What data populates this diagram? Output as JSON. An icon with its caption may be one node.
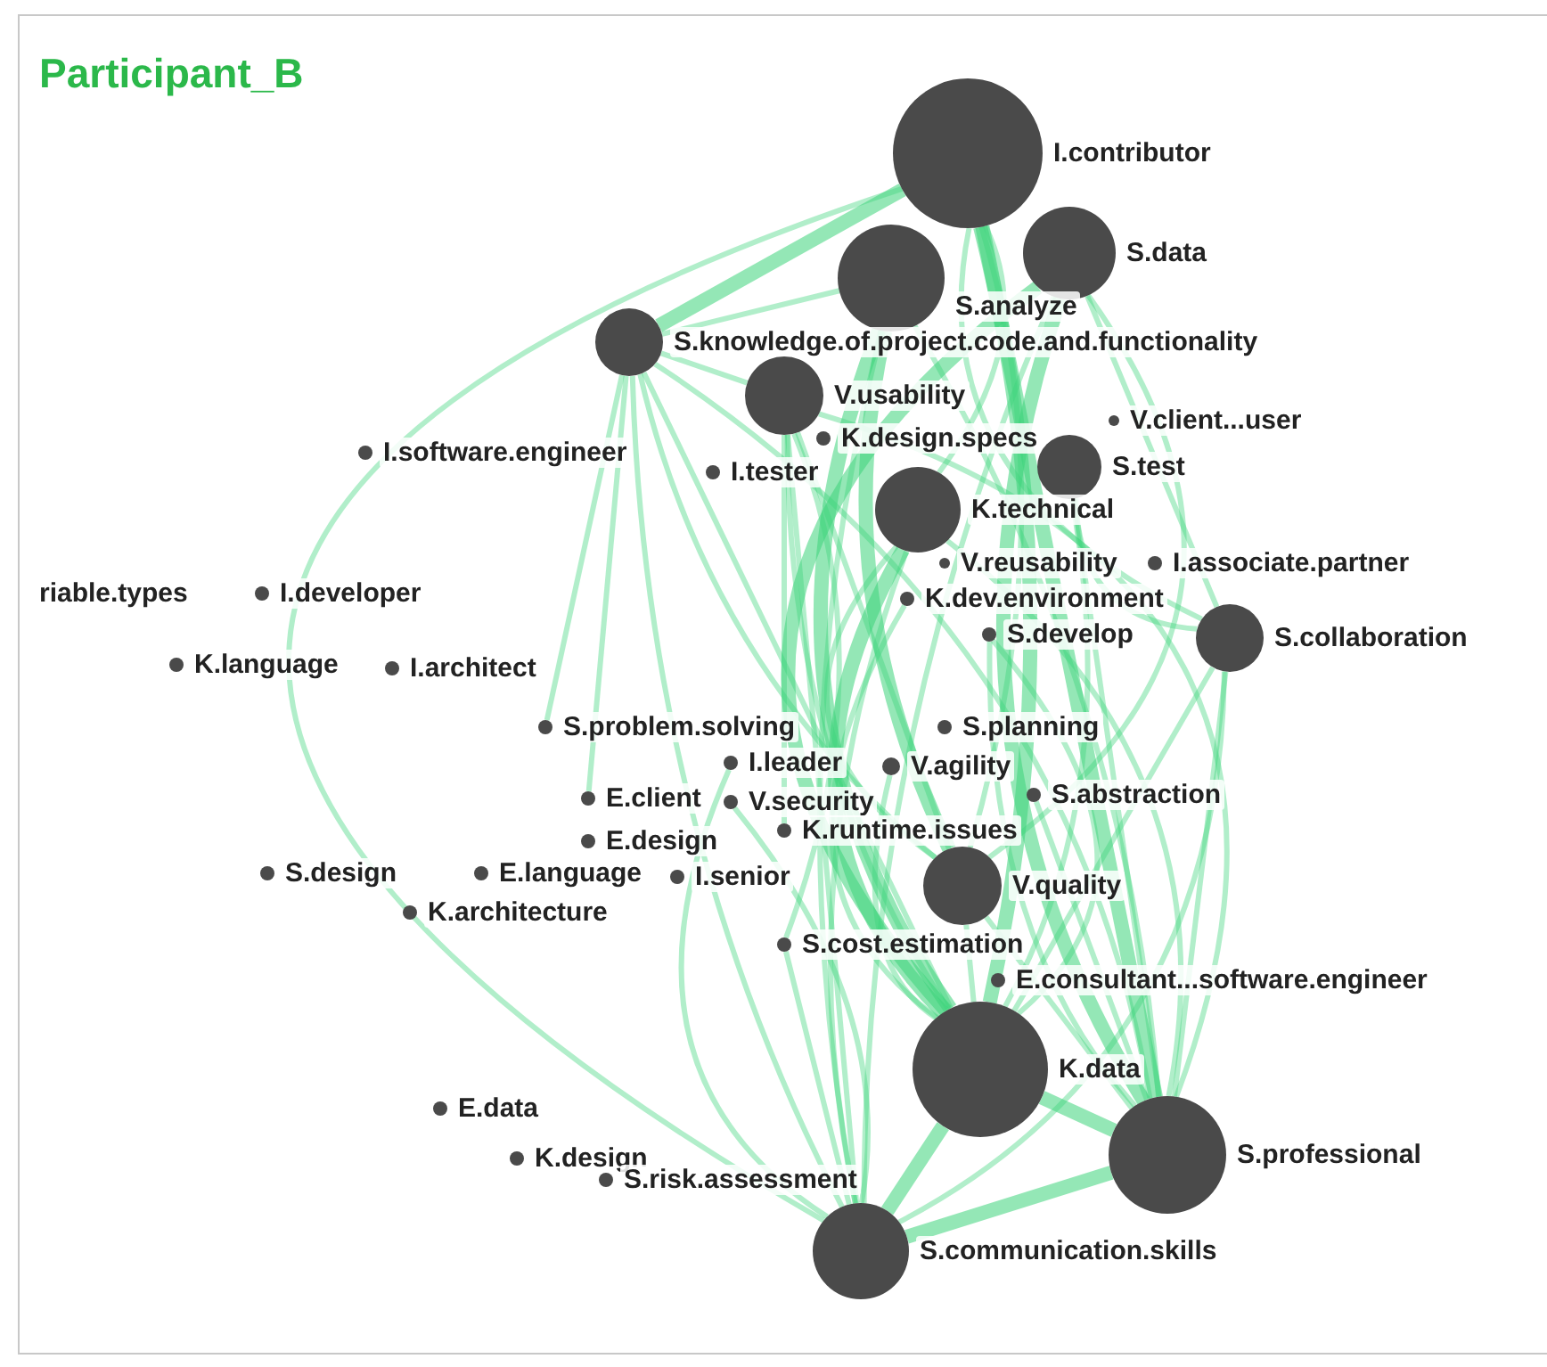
{
  "diagram": {
    "title": "Participant_B",
    "nodes": [
      {
        "text": [],
        "shape": "circle",
        "beside": [
          "I.contributor"
        ]
      },
      {
        "text": [],
        "shape": "circle",
        "beside": [
          "S.data"
        ]
      },
      {
        "text": [],
        "shape": "circle",
        "beside": [
          "S.analyze"
        ]
      },
      {
        "text": [],
        "shape": "circle",
        "beside": [
          "S.knowledge.of.project.code.and.functionality"
        ]
      },
      {
        "text": [],
        "shape": "circle",
        "beside": [
          "V.usability"
        ]
      },
      {
        "text": [],
        "shape": "circle",
        "beside": [
          "K.design.specs"
        ]
      },
      {
        "text": [],
        "shape": "circle",
        "beside": [
          "I.tester"
        ]
      },
      {
        "text": [],
        "shape": "circle",
        "beside": [
          "V.client...user"
        ]
      },
      {
        "text": [],
        "shape": "circle",
        "beside": [
          "S.test"
        ]
      },
      {
        "text": [],
        "shape": "circle",
        "beside": [
          "K.technical"
        ]
      },
      {
        "text": [],
        "shape": "circle",
        "beside": [
          "V.reusability"
        ]
      },
      {
        "text": [],
        "shape": "circle",
        "beside": [
          "I.associate.partner"
        ]
      },
      {
        "text": [],
        "shape": "circle",
        "beside": [
          "K.dev.environment"
        ]
      },
      {
        "text": [],
        "shape": "circle",
        "beside": [
          "S.develop"
        ]
      },
      {
        "text": [],
        "shape": "circle",
        "beside": [
          "S.collaboration"
        ]
      },
      {
        "text": [],
        "shape": "circle",
        "beside": [
          "I.software.engineer"
        ]
      },
      {
        "text": [],
        "shape": "circle",
        "beside": [
          "I.developer"
        ]
      },
      {
        "text": [],
        "shape": "circle",
        "beside": [
          "K.language"
        ]
      },
      {
        "text": [],
        "shape": "circle",
        "beside": [
          "I.architect"
        ]
      },
      {
        "text": [],
        "shape": "circle",
        "beside": [
          "S.problem.solving"
        ]
      },
      {
        "text": [],
        "shape": "circle",
        "beside": [
          "S.planning"
        ]
      },
      {
        "text": [],
        "shape": "circle",
        "beside": [
          "I.leader"
        ]
      },
      {
        "text": [],
        "shape": "circle",
        "beside": [
          "V.agility"
        ]
      },
      {
        "text": [],
        "shape": "circle",
        "beside": [
          "S.abstraction"
        ]
      },
      {
        "text": [],
        "shape": "circle",
        "beside": [
          "E.client"
        ]
      },
      {
        "text": [],
        "shape": "circle",
        "beside": [
          "V.security"
        ]
      },
      {
        "text": [],
        "shape": "circle",
        "beside": [
          "K.runtime.issues"
        ]
      },
      {
        "text": [],
        "shape": "circle",
        "beside": [
          "E.design"
        ]
      },
      {
        "text": [],
        "shape": "circle",
        "beside": [
          "I.senior"
        ]
      },
      {
        "text": [],
        "shape": "circle",
        "beside": [
          "S.design"
        ]
      },
      {
        "text": [],
        "shape": "circle",
        "beside": [
          "E.language"
        ]
      },
      {
        "text": [],
        "shape": "circle",
        "beside": [
          "K.architecture"
        ]
      },
      {
        "text": [],
        "shape": "circle",
        "beside": [
          "V.quality"
        ]
      },
      {
        "text": [],
        "shape": "circle",
        "beside": [
          "S.cost.estimation"
        ]
      },
      {
        "text": [],
        "shape": "circle",
        "beside": [
          "E.consultant...software.engineer"
        ]
      },
      {
        "text": [],
        "shape": "circle",
        "beside": [
          "K.data"
        ]
      },
      {
        "text": [],
        "shape": "circle",
        "beside": [
          "S.professional"
        ]
      },
      {
        "text": [],
        "shape": "circle",
        "beside": [
          "E.data"
        ]
      },
      {
        "text": [],
        "shape": "circle",
        "beside": [
          "K.design"
        ]
      },
      {
        "text": [],
        "shape": "circle",
        "beside": [
          "S.risk.assessment"
        ]
      },
      {
        "text": [],
        "shape": "circle",
        "beside": [
          "S.communication.skills"
        ]
      }
    ],
    "edges": [
      {
        "from": 0,
        "to": 35,
        "arrow": "none",
        "style": "thick"
      },
      {
        "from": 1,
        "to": 35,
        "arrow": "none",
        "style": "thick"
      },
      {
        "from": 2,
        "to": 35,
        "arrow": "none",
        "style": "thick"
      },
      {
        "from": 1,
        "to": 36,
        "arrow": "none",
        "style": "thick"
      },
      {
        "from": 0,
        "to": 36,
        "arrow": "none",
        "style": "thick"
      },
      {
        "from": 2,
        "to": 32,
        "arrow": "none",
        "style": "thick"
      },
      {
        "from": 9,
        "to": 35,
        "arrow": "none",
        "style": "thick"
      },
      {
        "from": 35,
        "to": 36,
        "arrow": "none",
        "style": "thick"
      },
      {
        "from": 40,
        "to": 36,
        "arrow": "none",
        "style": "thick"
      },
      {
        "from": 3,
        "to": 0,
        "arrow": "none",
        "style": "thick"
      },
      {
        "from": 40,
        "to": 35,
        "arrow": "none",
        "style": "thick"
      },
      {
        "from": 0,
        "to": 9,
        "arrow": "none"
      },
      {
        "from": 0,
        "to": 32,
        "arrow": "none"
      },
      {
        "from": 0,
        "to": 40,
        "arrow": "none"
      },
      {
        "from": 1,
        "to": 32,
        "arrow": "none"
      },
      {
        "from": 1,
        "to": 40,
        "arrow": "none"
      },
      {
        "from": 1,
        "to": 14,
        "arrow": "none"
      },
      {
        "from": 2,
        "to": 36,
        "arrow": "none"
      },
      {
        "from": 2,
        "to": 40,
        "arrow": "none"
      },
      {
        "from": 3,
        "to": 2,
        "arrow": "none"
      },
      {
        "from": 3,
        "to": 4,
        "arrow": "none"
      },
      {
        "from": 3,
        "to": 35,
        "arrow": "none"
      },
      {
        "from": 3,
        "to": 40,
        "arrow": "none"
      },
      {
        "from": 3,
        "to": 32,
        "arrow": "none"
      },
      {
        "from": 3,
        "to": 36,
        "arrow": "none"
      },
      {
        "from": 3,
        "to": 19,
        "arrow": "none"
      },
      {
        "from": 3,
        "to": 24,
        "arrow": "none"
      },
      {
        "from": 4,
        "to": 35,
        "arrow": "none"
      },
      {
        "from": 4,
        "to": 40,
        "arrow": "none"
      },
      {
        "from": 4,
        "to": 36,
        "arrow": "none"
      },
      {
        "from": 4,
        "to": 32,
        "arrow": "none"
      },
      {
        "from": 4,
        "to": 33,
        "arrow": "none"
      },
      {
        "from": 4,
        "to": 26,
        "arrow": "none"
      },
      {
        "from": 8,
        "to": 35,
        "arrow": "none"
      },
      {
        "from": 8,
        "to": 36,
        "arrow": "none"
      },
      {
        "from": 8,
        "to": 14,
        "arrow": "none"
      },
      {
        "from": 14,
        "to": 35,
        "arrow": "none"
      },
      {
        "from": 14,
        "to": 36,
        "arrow": "none"
      },
      {
        "from": 14,
        "to": 0,
        "arrow": "none"
      },
      {
        "from": 14,
        "to": 40,
        "arrow": "none"
      },
      {
        "from": 9,
        "to": 36,
        "arrow": "none"
      },
      {
        "from": 9,
        "to": 40,
        "arrow": "none"
      },
      {
        "from": 9,
        "to": 32,
        "arrow": "none"
      },
      {
        "from": 32,
        "to": 35,
        "arrow": "none"
      },
      {
        "from": 32,
        "to": 36,
        "arrow": "none"
      },
      {
        "from": 12,
        "to": 35,
        "arrow": "none"
      },
      {
        "from": 13,
        "to": 35,
        "arrow": "none"
      },
      {
        "from": 13,
        "to": 36,
        "arrow": "none"
      },
      {
        "from": 22,
        "to": 35,
        "arrow": "none"
      },
      {
        "from": 23,
        "to": 36,
        "arrow": "none"
      },
      {
        "from": 40,
        "to": 21,
        "arrow": "none"
      },
      {
        "from": 40,
        "to": 25,
        "arrow": "none"
      },
      {
        "from": 40,
        "to": 33,
        "arrow": "none"
      }
    ],
    "labels": [
      "riable.types"
    ]
  }
}
